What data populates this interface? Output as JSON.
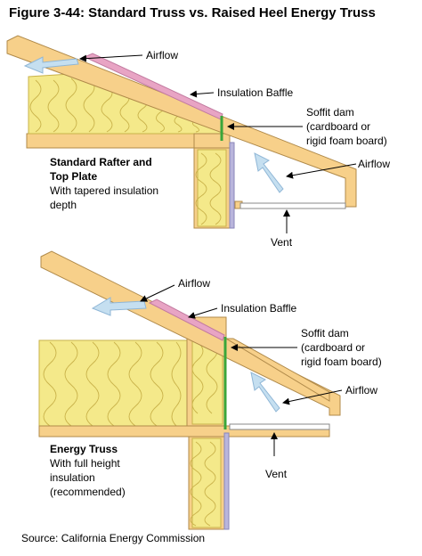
{
  "title": "Figure 3-44: Standard Truss vs. Raised Heel Energy Truss",
  "top_diagram": {
    "airflow_top": "Airflow",
    "baffle": "Insulation Baffle",
    "soffit_dam": [
      "Soffit dam",
      "(cardboard or",
      "rigid foam board)"
    ],
    "airflow_side": "Airflow",
    "vent": "Vent",
    "caption_bold": [
      "Standard Rafter and",
      "Top Plate"
    ],
    "caption": [
      "With tapered insulation",
      "depth"
    ]
  },
  "bottom_diagram": {
    "airflow_top": "Airflow",
    "baffle": "Insulation Baffle",
    "soffit_dam": [
      "Soffit dam",
      "(cardboard or",
      "rigid foam board)"
    ],
    "airflow_side": "Airflow",
    "vent": "Vent",
    "caption_bold": [
      "Energy Truss"
    ],
    "caption": [
      "With full height",
      "insulation",
      "(recommended)"
    ]
  },
  "source": "Source: California Energy Commission",
  "colors": {
    "wood": "#f7d08a",
    "wood_stroke": "#b08a4a",
    "insulation": "#f4e98a",
    "insulation_line": "#c9b24a",
    "baffle": "#e8a4c4",
    "soffit_dam": "#3aa63a",
    "arrow": "#c5dff0",
    "arrow_stroke": "#8fb6d6",
    "drywall": "#b9b5dc"
  }
}
